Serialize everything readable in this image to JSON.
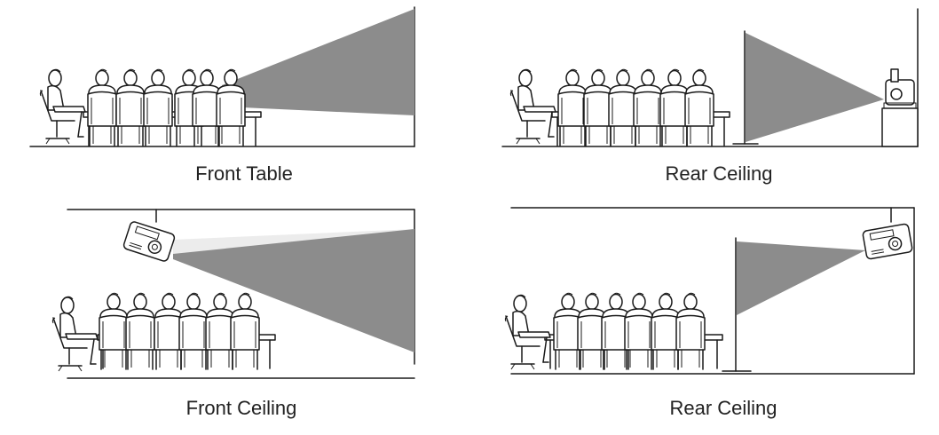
{
  "panels": [
    {
      "id": "front-table",
      "caption": "Front Table"
    },
    {
      "id": "rear-table",
      "caption": "Rear Ceiling"
    },
    {
      "id": "front-ceiling",
      "caption": "Front Ceiling"
    },
    {
      "id": "rear-ceiling",
      "caption": "Rear Ceiling"
    }
  ],
  "colors": {
    "line": "#1a1a1a",
    "projection_beam": "#8c8c8c",
    "light_haze": "#ececec",
    "background": "#ffffff"
  },
  "icons": [
    "person-icon",
    "chair-icon",
    "table-icon",
    "projector-icon",
    "screen-icon"
  ]
}
